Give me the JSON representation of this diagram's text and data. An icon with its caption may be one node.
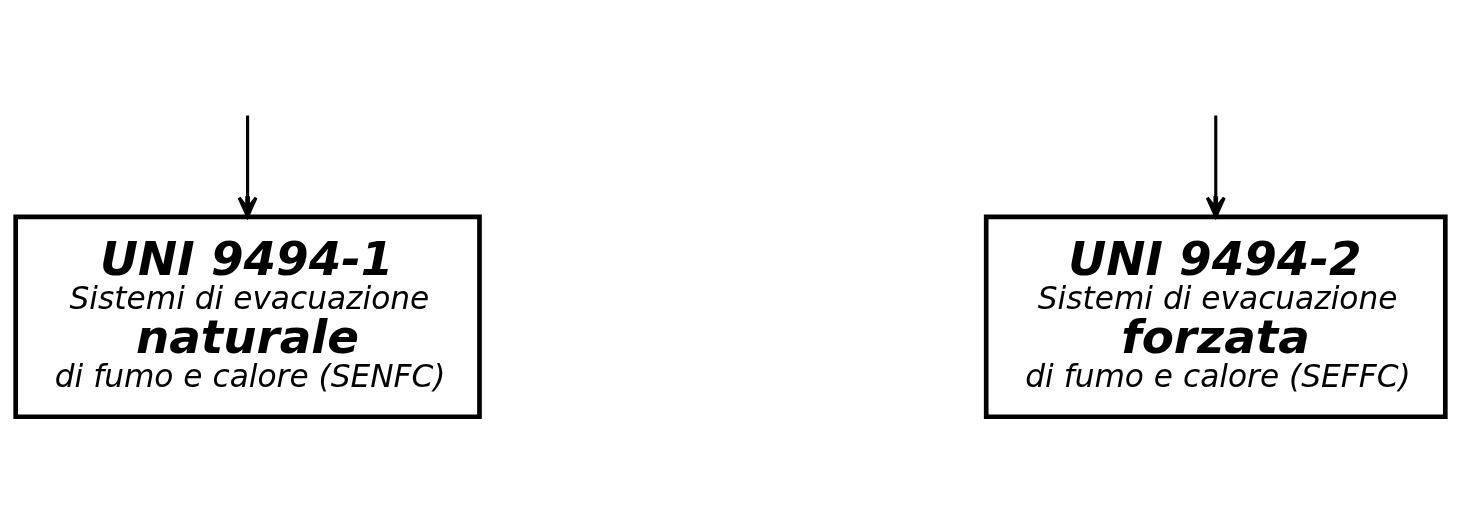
{
  "diagram": {
    "nodes": [
      {
        "text": [
          "UNI 9494-1",
          "Sistemi di evacuazione",
          "naturale",
          "di fumo e calore (SENFC)"
        ]
      },
      {
        "text": [
          "UNI 9494-2",
          "Sistemi di evacuazione",
          "forzata",
          "di fumo e calore (SEFFC)"
        ]
      }
    ],
    "edges": [
      {
        "from": null,
        "to": 0,
        "arrow": "to"
      },
      {
        "from": null,
        "to": 1,
        "arrow": "to"
      }
    ]
  }
}
